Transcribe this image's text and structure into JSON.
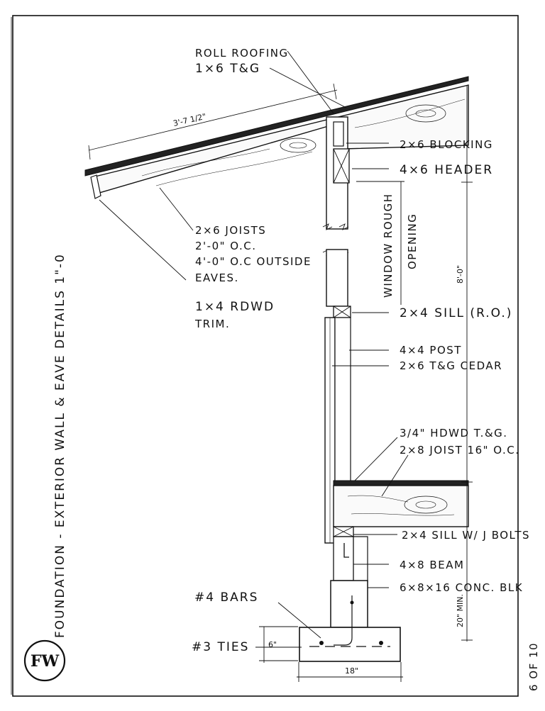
{
  "title": "FOUNDATION - EXTERIOR WALL & EAVE DETAILS 1\"-0",
  "stamp": "FW",
  "sheet_number": "6 OF 10",
  "labels": {
    "roll_roofing": "ROLL ROOFING",
    "tg_1x6": "1×6 T&G",
    "blocking": "2×6 BLOCKING",
    "header": "4×6 HEADER",
    "joists": [
      "2×6 JOISTS",
      "2'-0\" O.C.",
      "4'-0\" O.C OUTSIDE",
      "EAVES."
    ],
    "trim": [
      "1×4 RDWD",
      "TRIM."
    ],
    "window": [
      "WINDOW ROUGH",
      "OPENING"
    ],
    "sill_ro": "2×4 SILL (R.O.)",
    "post": "4×4 POST",
    "cedar": "2×6 T&G CEDAR",
    "hdwd": "3/4\" HDWD T.&G.",
    "joist_2x8": "2×8 JOIST 16\" O.C.",
    "sill_bolts": "2×4 SILL W/ J BOLTS",
    "beam": "4×8 BEAM",
    "conc_blk": "6×8×16 CONC. BLK",
    "bars": "#4 BARS",
    "ties": "#3 TIES"
  },
  "dimensions": {
    "eave": "3'-7 1/2\"",
    "height": "8'-0\"",
    "footing_depth": "20\" MIN.",
    "footing_thickness": "6\"",
    "footing_width": "18\""
  }
}
